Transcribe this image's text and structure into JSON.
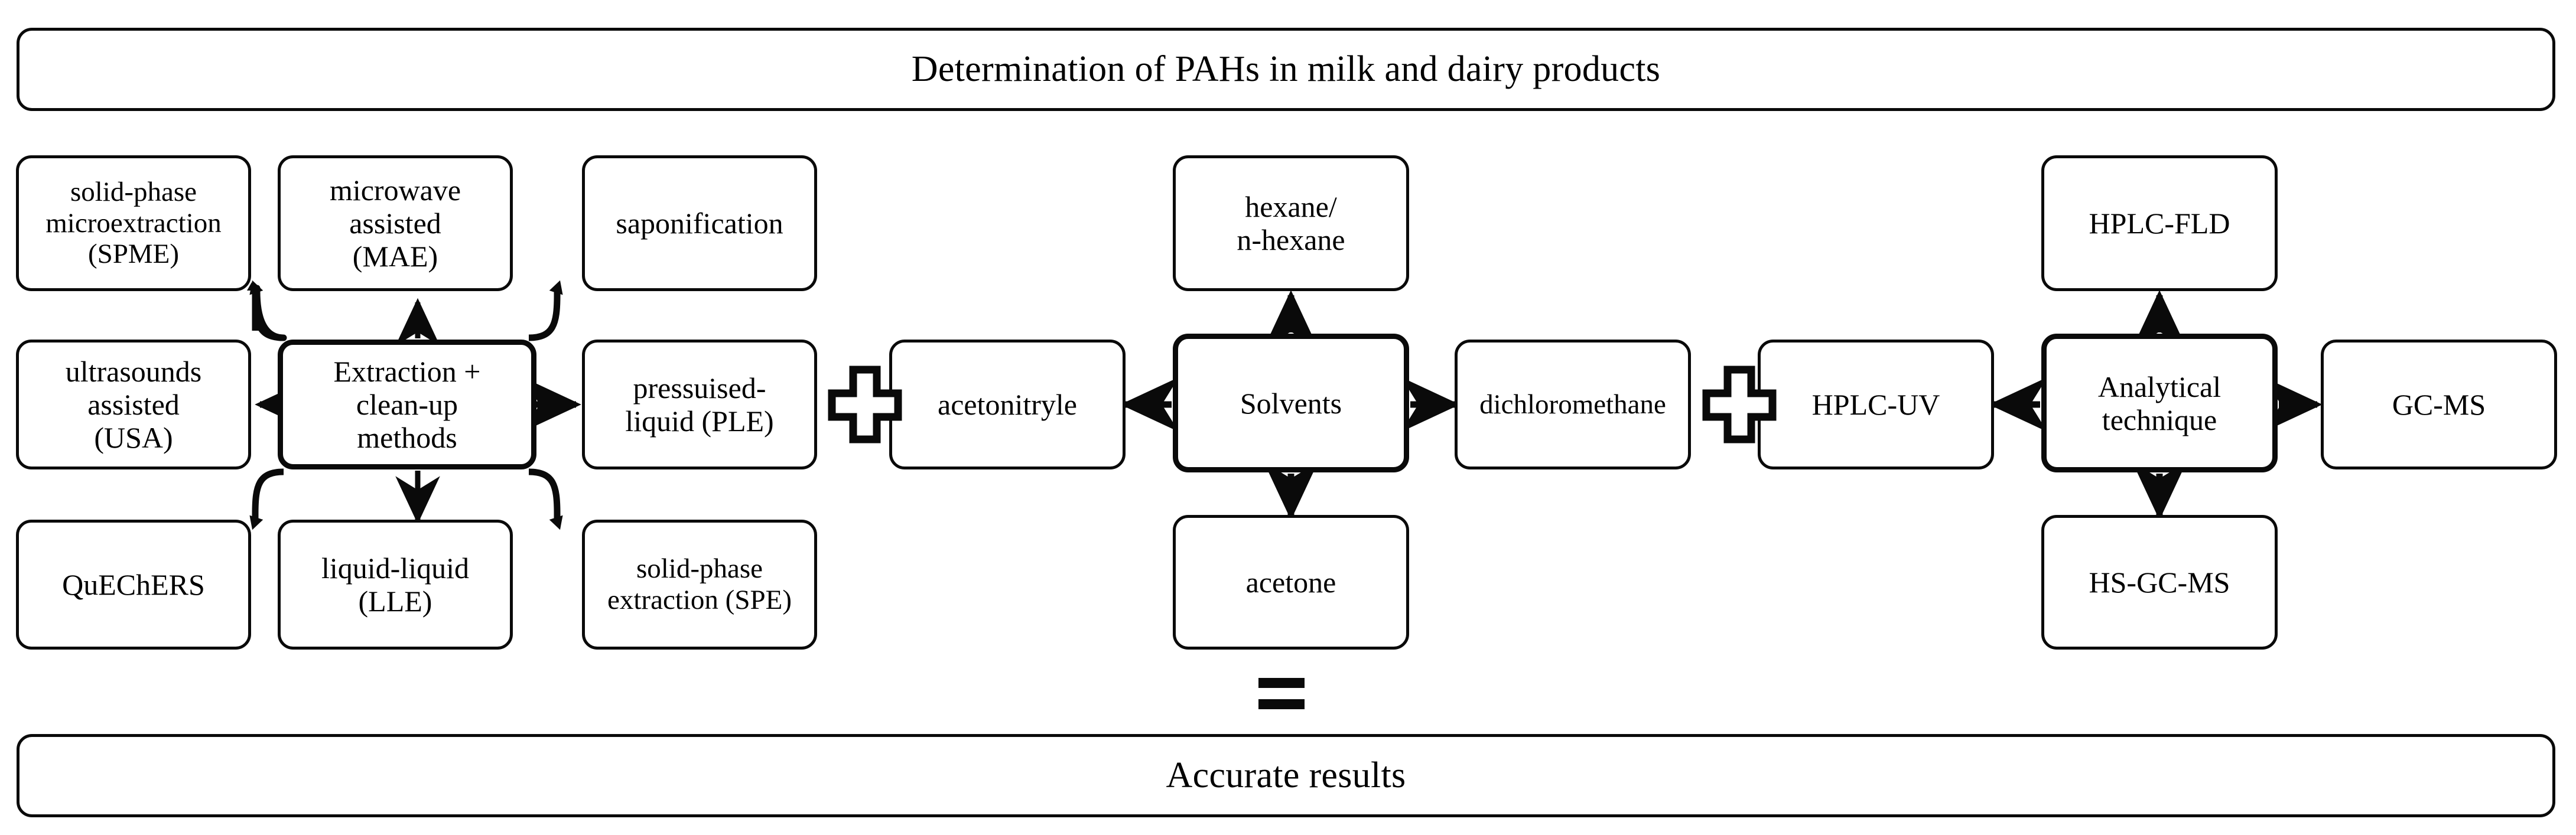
{
  "diagram": {
    "title_banner": "Determination of PAHs in milk and dairy products",
    "result_banner": "Accurate results",
    "symbols": {
      "plus_left": "plus-sign",
      "plus_right": "plus-sign",
      "equals": "equals-sign"
    }
  },
  "extraction": {
    "hub": "Extraction +\nclean-up\nmethods",
    "top_left": "solid-phase\nmicroextraction\n(SPME)",
    "top_center": "microwave\nassisted\n(MAE)",
    "top_right": "saponification",
    "mid_left": "ultrasounds\nassisted\n(USA)",
    "mid_right": "pressuised-\nliquid (PLE)",
    "bottom_left": "QuEChERS",
    "bottom_center": "liquid-liquid\n(LLE)",
    "bottom_right": "solid-phase\nextraction (SPE)"
  },
  "solvents": {
    "hub": "Solvents",
    "top": "hexane/\nn-hexane",
    "left": "acetonitryle",
    "right": "dichloromethane",
    "bottom": "acetone"
  },
  "analysis": {
    "hub": "Analytical\ntechnique",
    "top": "HPLC-FLD",
    "left": "HPLC-UV",
    "right": "GC-MS",
    "bottom": "HS-GC-MS"
  },
  "colors": {
    "stroke": "#0a0a0a",
    "fill": "#ffffff",
    "text": "#000000"
  }
}
